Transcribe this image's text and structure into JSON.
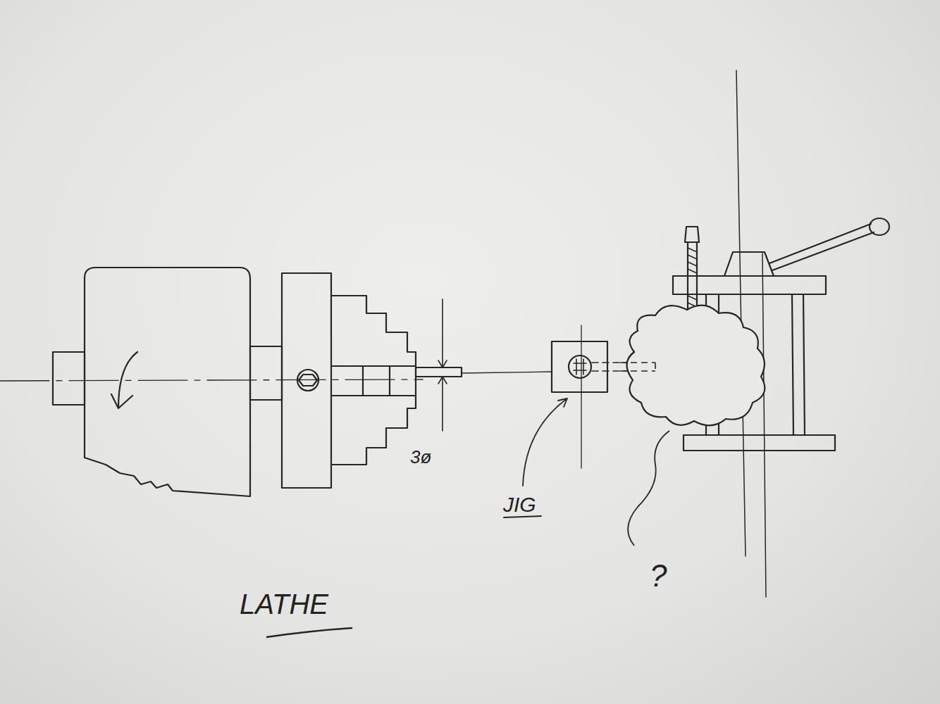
{
  "diagram": {
    "labels": [
      "3ø",
      "JIG",
      "?",
      "LATHE"
    ]
  }
}
